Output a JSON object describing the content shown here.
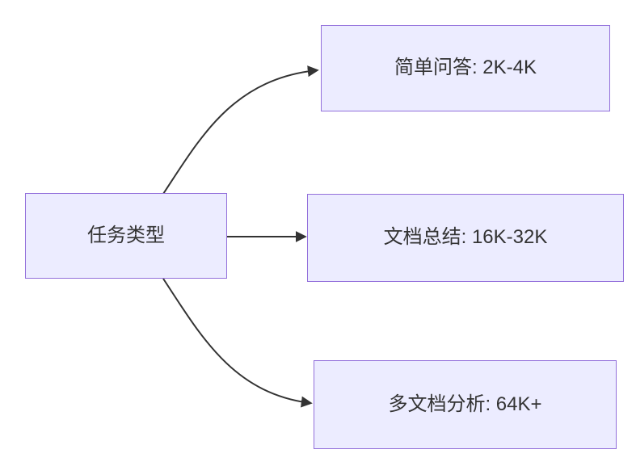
{
  "diagram": {
    "type": "flowchart",
    "direction": "left-to-right",
    "nodes": {
      "root": {
        "id": "task-type",
        "label": "任务类型"
      },
      "leaves": [
        {
          "id": "simple-qa",
          "label": "简单问答: 2K-4K"
        },
        {
          "id": "doc-summary",
          "label": "文档总结: 16K-32K"
        },
        {
          "id": "multi-doc-analysis",
          "label": "多文档分析: 64K+"
        }
      ]
    },
    "edges": [
      {
        "from": "task-type",
        "to": "simple-qa"
      },
      {
        "from": "task-type",
        "to": "doc-summary"
      },
      {
        "from": "task-type",
        "to": "multi-doc-analysis"
      }
    ],
    "colors": {
      "node_fill": "#ECECFF",
      "node_border": "#9370DB",
      "edge_line": "#333333",
      "arrowhead": "#333333",
      "text": "#333333",
      "background": "#FFFFFF"
    }
  }
}
